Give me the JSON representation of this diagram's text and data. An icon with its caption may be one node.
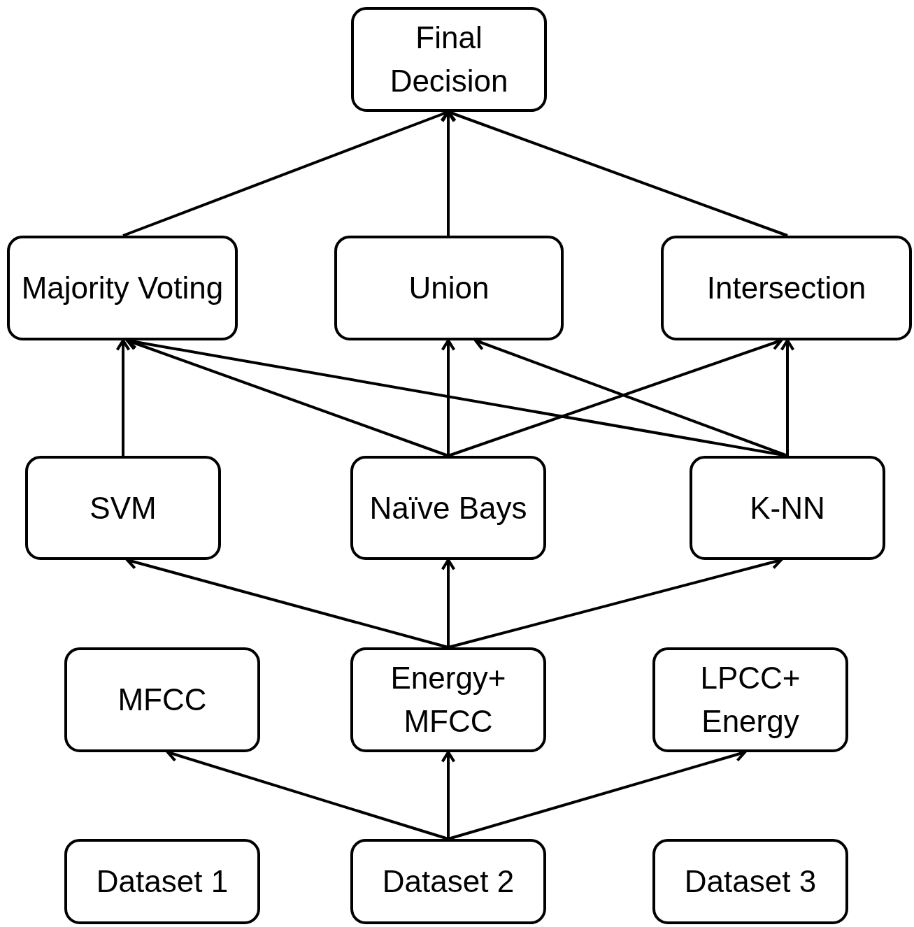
{
  "diagram": {
    "nodes": [
      {
        "text": [
          "Final Decision"
        ]
      },
      {
        "text": [
          "Majority Voting"
        ]
      },
      {
        "text": [
          "Union"
        ]
      },
      {
        "text": [
          "Intersection"
        ]
      },
      {
        "text": [
          "SVM"
        ]
      },
      {
        "text": [
          "Naïve Bays"
        ]
      },
      {
        "text": [
          "K-NN"
        ]
      },
      {
        "text": [
          "MFCC"
        ]
      },
      {
        "text": [
          "Energy+ MFCC"
        ]
      },
      {
        "text": [
          "LPCC+ Energy"
        ]
      },
      {
        "text": [
          "Dataset 1"
        ]
      },
      {
        "text": [
          "Dataset 2"
        ]
      },
      {
        "text": [
          "Dataset 3"
        ]
      }
    ],
    "edges": [
      {
        "from": 11,
        "to": 7,
        "arrow": "to"
      },
      {
        "from": 11,
        "to": 8,
        "arrow": "to"
      },
      {
        "from": 11,
        "to": 9,
        "arrow": "to"
      },
      {
        "from": 8,
        "to": 4,
        "arrow": "to"
      },
      {
        "from": 8,
        "to": 5,
        "arrow": "to"
      },
      {
        "from": 8,
        "to": 6,
        "arrow": "to"
      },
      {
        "from": 4,
        "to": 1,
        "arrow": "to"
      },
      {
        "from": 5,
        "to": 1,
        "arrow": "to"
      },
      {
        "from": 5,
        "to": 2,
        "arrow": "to"
      },
      {
        "from": 5,
        "to": 3,
        "arrow": "to"
      },
      {
        "from": 6,
        "to": 1,
        "arrow": "to"
      },
      {
        "from": 6,
        "to": 2,
        "arrow": "to"
      },
      {
        "from": 6,
        "to": 3,
        "arrow": "to"
      },
      {
        "from": 1,
        "to": 0,
        "arrow": "to"
      },
      {
        "from": 2,
        "to": 0,
        "arrow": "to"
      },
      {
        "from": 3,
        "to": 0,
        "arrow": "to"
      }
    ]
  }
}
